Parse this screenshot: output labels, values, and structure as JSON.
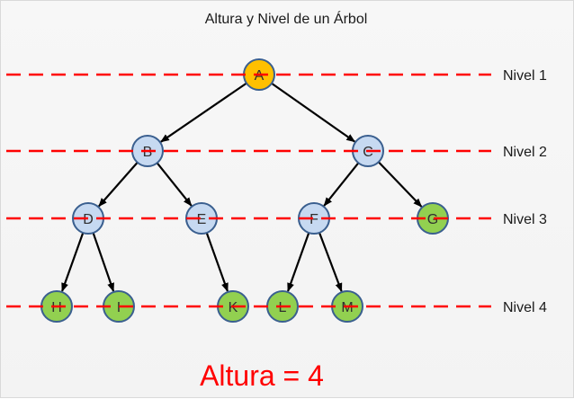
{
  "title": "Altura y Nivel de un Árbol",
  "height_label": "Altura = 4",
  "levels": [
    {
      "label": "Nivel 1"
    },
    {
      "label": "Nivel 2"
    },
    {
      "label": "Nivel 3"
    },
    {
      "label": "Nivel 4"
    }
  ],
  "nodes": [
    {
      "id": "A",
      "label": "A",
      "level": 1,
      "type": "root"
    },
    {
      "id": "B",
      "label": "B",
      "level": 2,
      "type": "internal"
    },
    {
      "id": "C",
      "label": "C",
      "level": 2,
      "type": "internal"
    },
    {
      "id": "D",
      "label": "D",
      "level": 3,
      "type": "internal"
    },
    {
      "id": "E",
      "label": "E",
      "level": 3,
      "type": "internal"
    },
    {
      "id": "F",
      "label": "F",
      "level": 3,
      "type": "internal"
    },
    {
      "id": "G",
      "label": "G",
      "level": 3,
      "type": "leaf"
    },
    {
      "id": "H",
      "label": "H",
      "level": 4,
      "type": "leaf"
    },
    {
      "id": "I",
      "label": "I",
      "level": 4,
      "type": "leaf"
    },
    {
      "id": "K",
      "label": "K",
      "level": 4,
      "type": "leaf"
    },
    {
      "id": "L",
      "label": "L",
      "level": 4,
      "type": "leaf"
    },
    {
      "id": "M",
      "label": "M",
      "level": 4,
      "type": "leaf"
    }
  ],
  "edges": [
    [
      "A",
      "B"
    ],
    [
      "A",
      "C"
    ],
    [
      "B",
      "D"
    ],
    [
      "B",
      "E"
    ],
    [
      "C",
      "F"
    ],
    [
      "C",
      "G"
    ],
    [
      "D",
      "H"
    ],
    [
      "D",
      "I"
    ],
    [
      "E",
      "K"
    ],
    [
      "F",
      "L"
    ],
    [
      "F",
      "M"
    ]
  ],
  "colors": {
    "root_fill": "#ffc000",
    "internal_fill": "#c6d9f1",
    "leaf_fill": "#92d050",
    "node_stroke": "#3a5f8f",
    "edge": "#000000",
    "level_line": "#ff0000",
    "height_text": "#ff0000"
  }
}
